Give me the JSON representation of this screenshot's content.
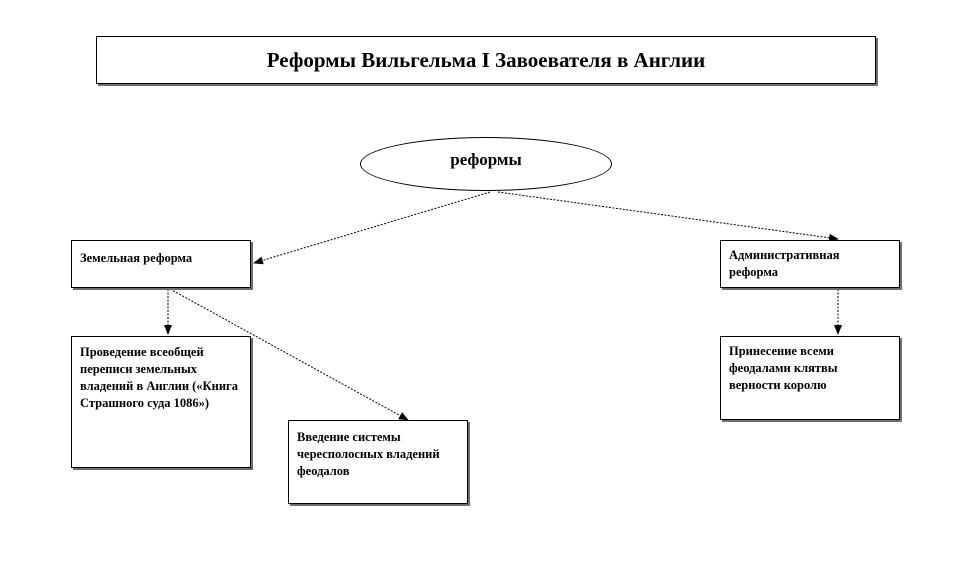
{
  "diagram": {
    "title": "Реформы Вильгельма I Завоевателя в Англии",
    "root": "реформы",
    "nodes": {
      "land_reform": "Земельная реформа",
      "admin_reform": "Административная реформа",
      "census": "Проведение всеобщей переписи земельных владений в Англии («Книга Страшного суда 1086»)",
      "strip_system": "Введение системы чересполосных владений феодалов",
      "oath": "Принесение всеми феодалами клятвы верности королю"
    },
    "edges": [
      {
        "from": "root",
        "to": "land_reform"
      },
      {
        "from": "root",
        "to": "admin_reform"
      },
      {
        "from": "land_reform",
        "to": "census"
      },
      {
        "from": "land_reform",
        "to": "strip_system"
      },
      {
        "from": "admin_reform",
        "to": "oath"
      }
    ]
  }
}
